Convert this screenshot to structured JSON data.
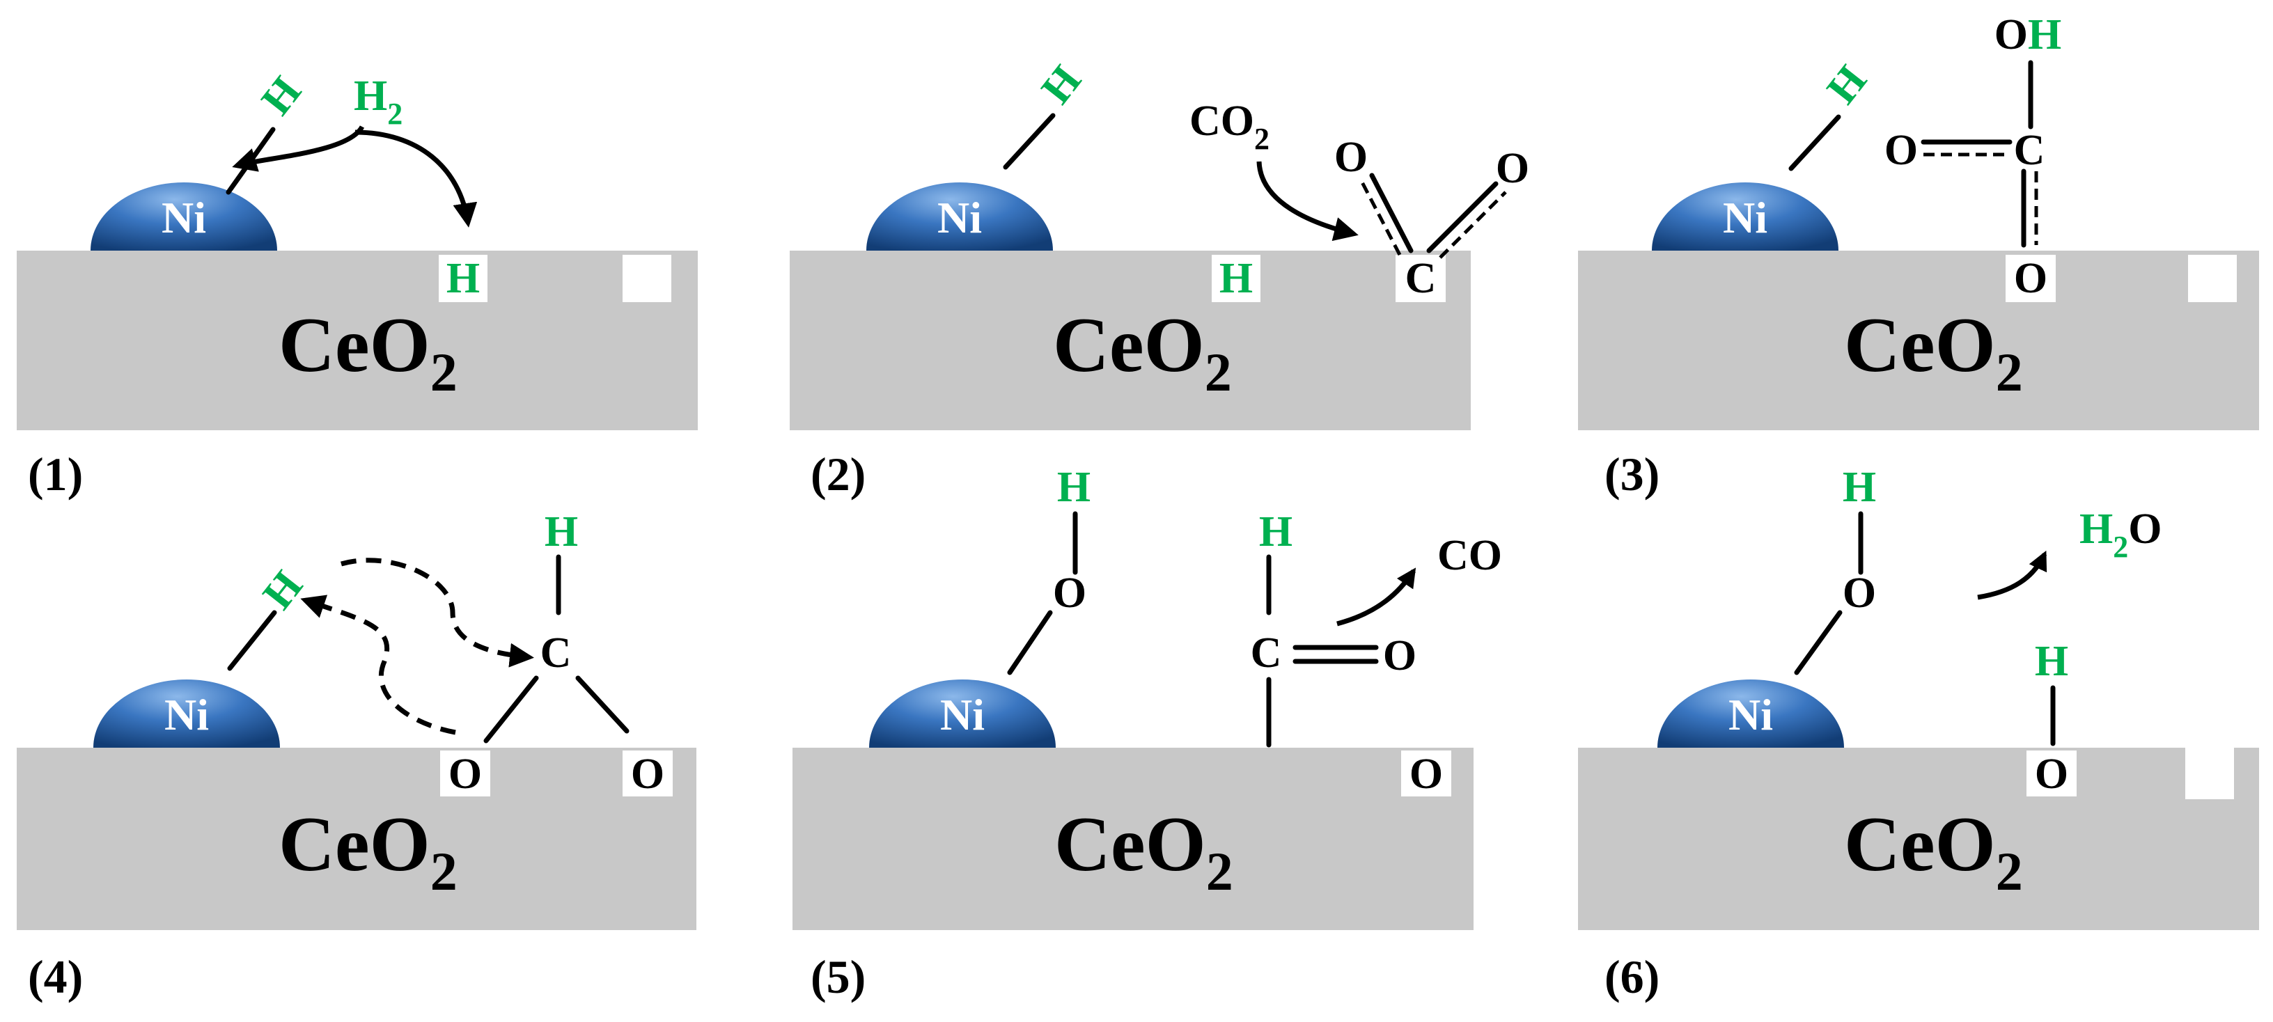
{
  "substrate": "CeO",
  "substrate_sub": "2",
  "metal": "Ni",
  "colors": {
    "substrate": "#c8c8c8",
    "hydrogen": "#00b050",
    "ni_dark": "#1c4f91",
    "ni_light": "#4e89cf"
  },
  "panels": [
    {
      "label": "(1)"
    },
    {
      "label": "(2)"
    },
    {
      "label": "(3)"
    },
    {
      "label": "(4)"
    },
    {
      "label": "(5)"
    },
    {
      "label": "(6)"
    }
  ],
  "atoms": {
    "H": "H",
    "C": "C",
    "O": "O",
    "OH_O": "O",
    "OH_H": "H",
    "H2_H": "H",
    "H2_sub": "2",
    "CO2_main": "CO",
    "CO2_sub": "2",
    "CO": "CO",
    "H2O_H": "H",
    "H2O_sub": "2",
    "H2O_O": "O"
  }
}
